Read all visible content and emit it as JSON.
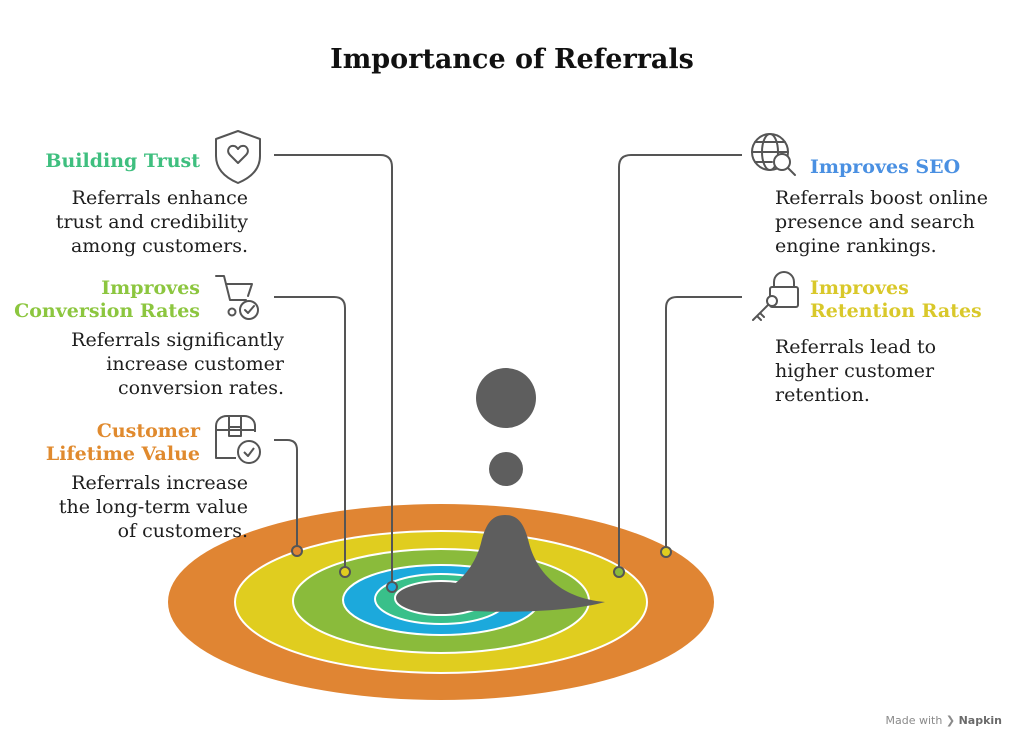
{
  "title": "Importance of Referrals",
  "colors": {
    "building_trust": "#3fbf7f",
    "conversion": "#8cc63f",
    "lifetime": "#e08a2e",
    "seo": "#4a90e2",
    "retention": "#d9c82a",
    "ring_outer": "#e08533",
    "ring_yellow": "#e0cd1f",
    "ring_green": "#8abb3b",
    "ring_blue": "#1ca9dc",
    "ring_teal": "#39c08a",
    "center": "#5e5e5e"
  },
  "items": {
    "building_trust": {
      "heading": [
        "Building Trust"
      ],
      "description": [
        "Referrals enhance",
        "trust and credibility",
        "among customers."
      ],
      "icon": "shield-heart-icon"
    },
    "conversion": {
      "heading": [
        "Improves",
        "Conversion Rates"
      ],
      "description": [
        "Referrals significantly",
        "increase customer",
        "conversion rates."
      ],
      "icon": "cart-check-icon"
    },
    "lifetime": {
      "heading": [
        "Customer",
        "Lifetime Value"
      ],
      "description": [
        "Referrals increase",
        "the long-term value",
        "of customers."
      ],
      "icon": "treasure-chest-check-icon"
    },
    "seo": {
      "heading": [
        "Improves SEO"
      ],
      "description": [
        "Referrals boost online",
        "presence and search",
        "engine rankings."
      ],
      "icon": "globe-search-icon"
    },
    "retention": {
      "heading": [
        "Improves",
        "Retention Rates"
      ],
      "description": [
        "Referrals lead to",
        "higher customer",
        "retention."
      ],
      "icon": "lock-key-icon"
    }
  },
  "watermark": {
    "prefix": "Made with",
    "brand": "Napkin"
  }
}
